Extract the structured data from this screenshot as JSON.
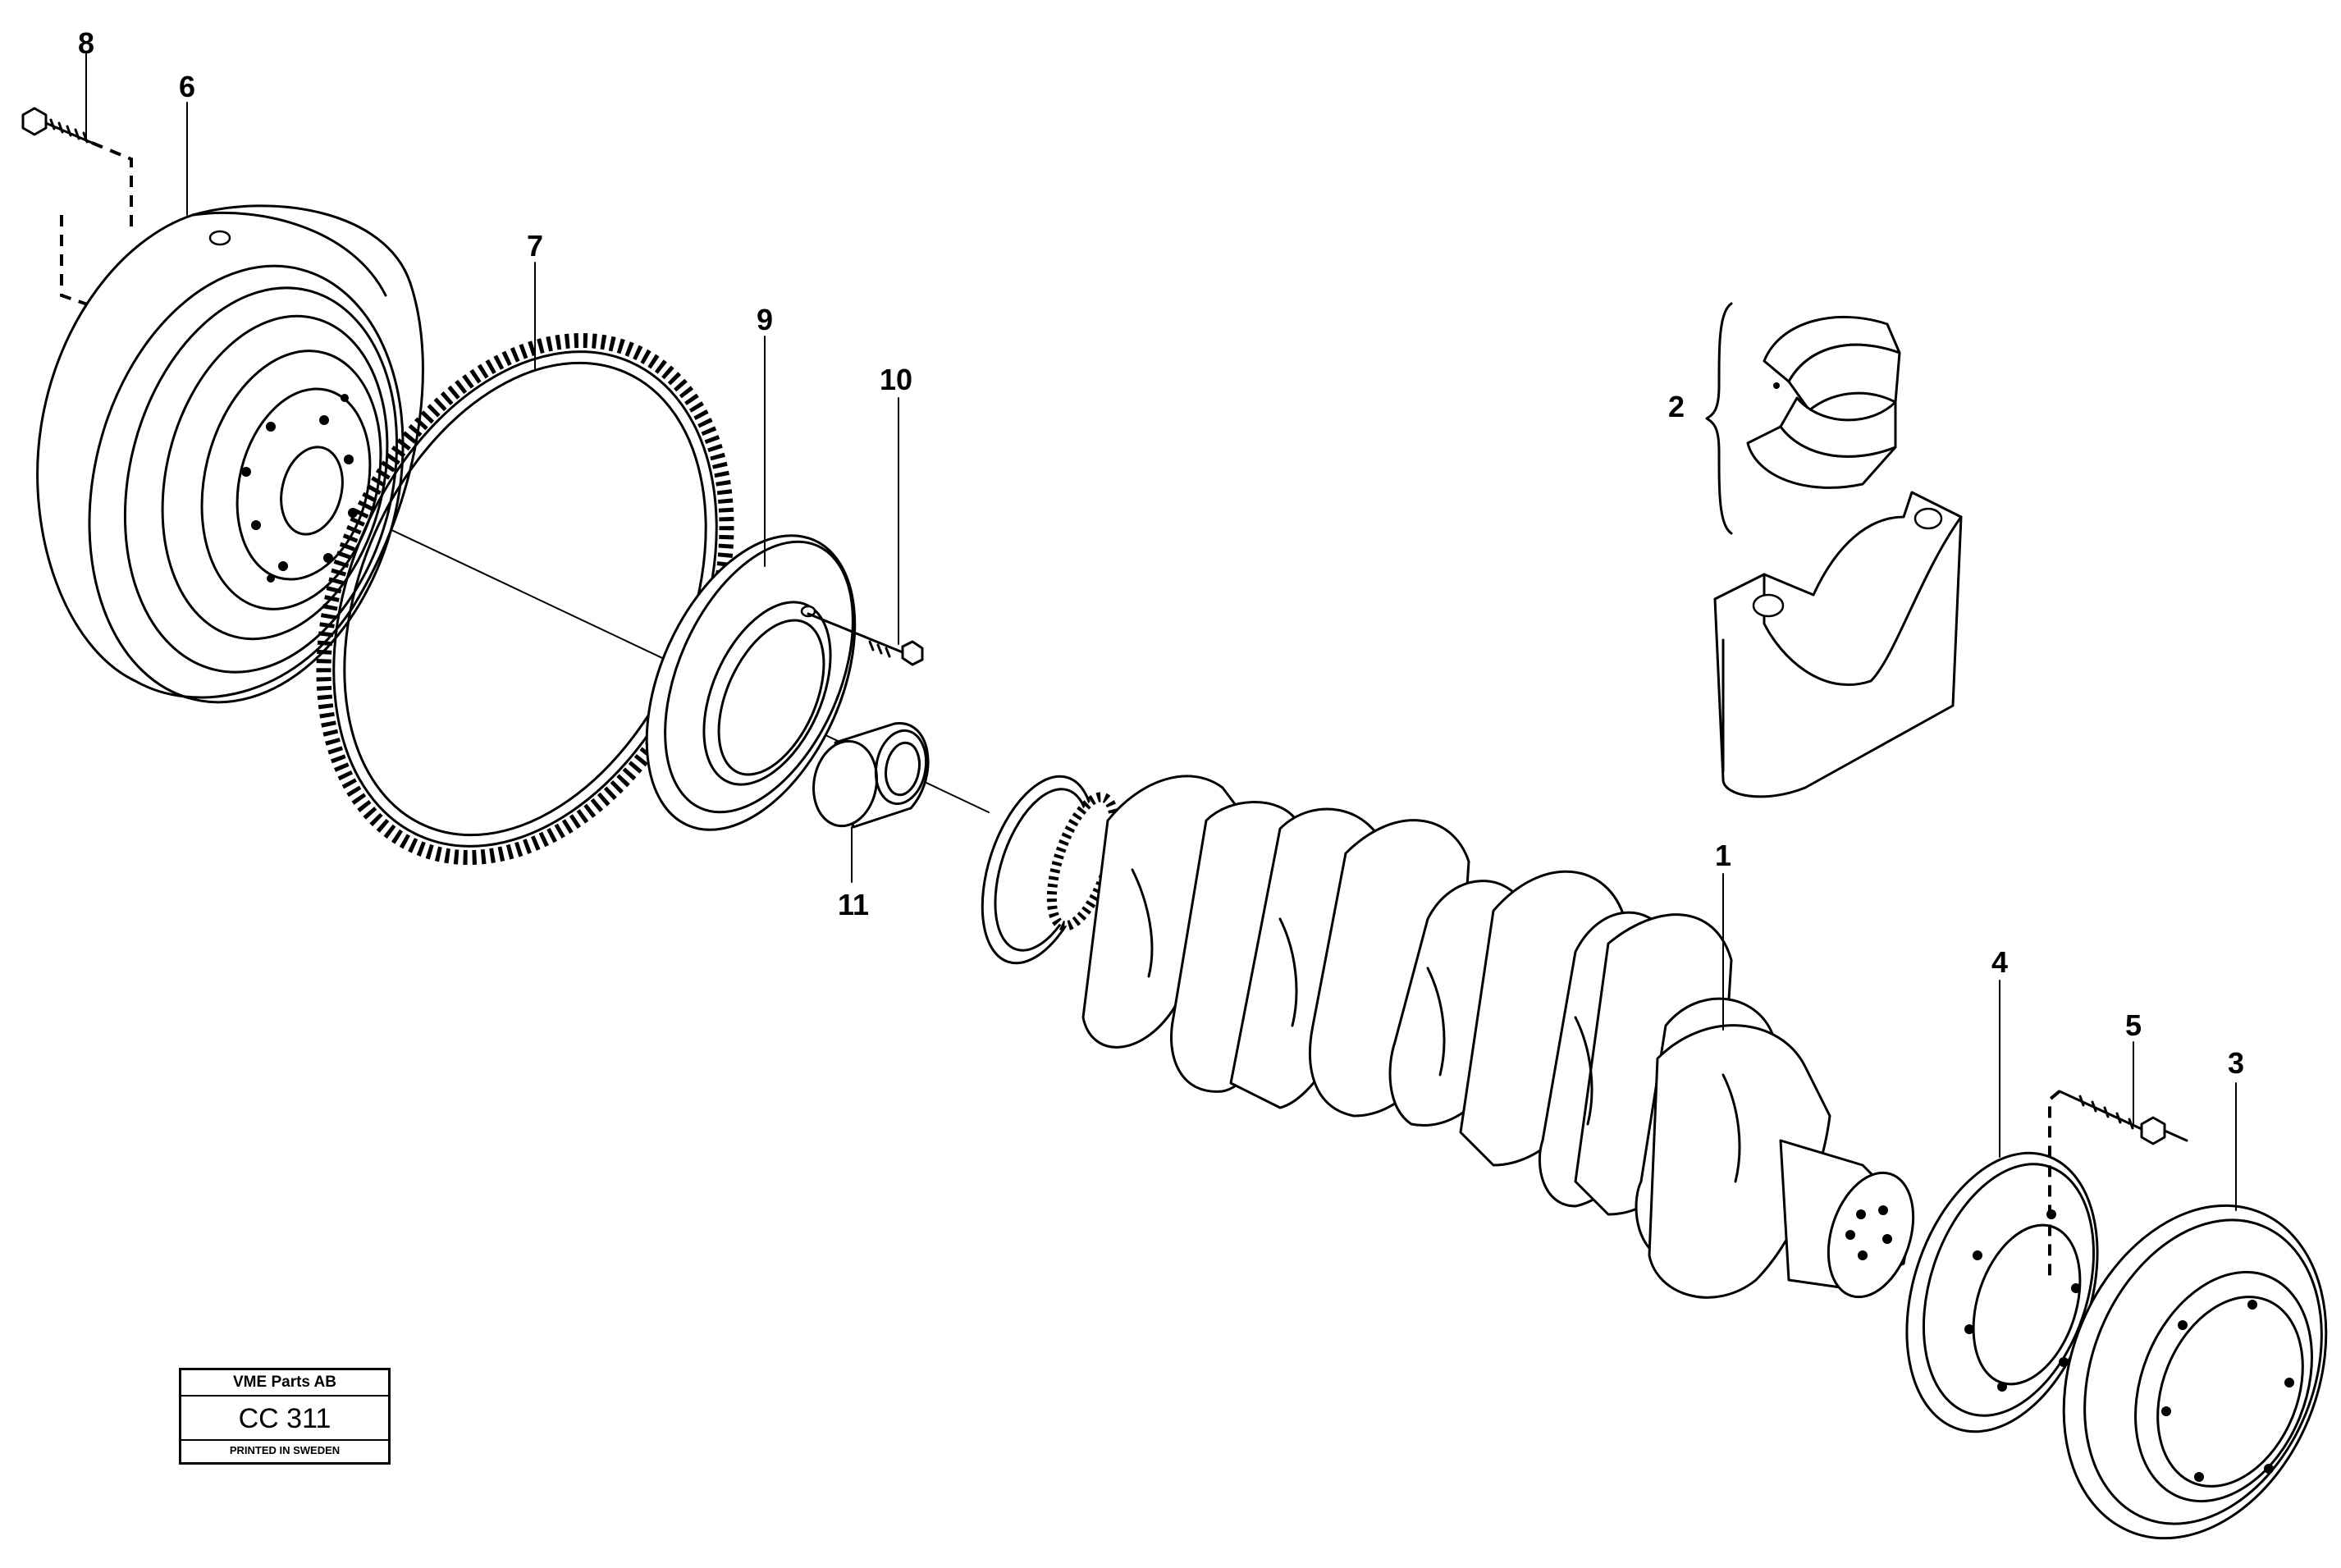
{
  "callouts": {
    "c1": "1",
    "c2": "2",
    "c3": "3",
    "c4": "4",
    "c5": "5",
    "c6": "6",
    "c7": "7",
    "c8": "8",
    "c9": "9",
    "c10": "10",
    "c11": "11"
  },
  "title_block": {
    "company": "VME Parts AB",
    "code": "CC 311",
    "printed": "PRINTED IN SWEDEN"
  }
}
